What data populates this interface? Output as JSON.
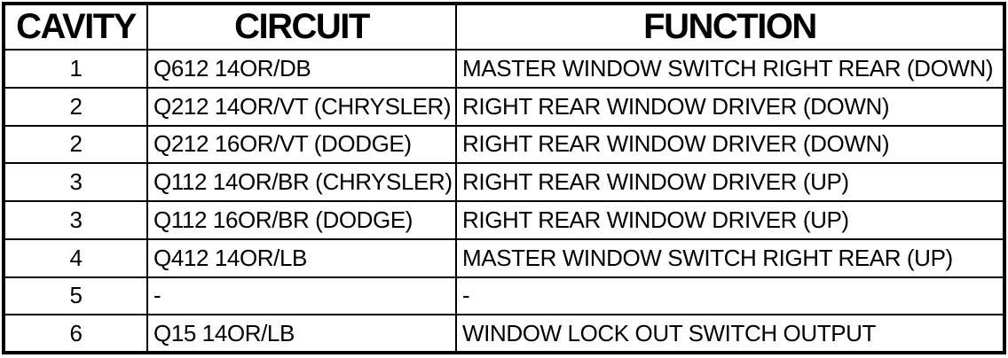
{
  "table": {
    "headers": {
      "cavity": "CAVITY",
      "circuit": "CIRCUIT",
      "function": "FUNCTION"
    },
    "rows": [
      {
        "cavity": "1",
        "circuit": "Q612 14OR/DB",
        "function": "MASTER WINDOW SWITCH RIGHT REAR (DOWN)"
      },
      {
        "cavity": "2",
        "circuit": "Q212 14OR/VT (CHRYSLER)",
        "function": "RIGHT REAR WINDOW DRIVER (DOWN)"
      },
      {
        "cavity": "2",
        "circuit": "Q212 16OR/VT (DODGE)",
        "function": "RIGHT REAR WINDOW DRIVER (DOWN)"
      },
      {
        "cavity": "3",
        "circuit": "Q112 14OR/BR (CHRYSLER)",
        "function": "RIGHT REAR WINDOW DRIVER (UP)"
      },
      {
        "cavity": "3",
        "circuit": "Q112 16OR/BR (DODGE)",
        "function": "RIGHT REAR WINDOW DRIVER (UP)"
      },
      {
        "cavity": "4",
        "circuit": "Q412 14OR/LB",
        "function": "MASTER WINDOW SWITCH RIGHT REAR (UP)"
      },
      {
        "cavity": "5",
        "circuit": "-",
        "function": "-"
      },
      {
        "cavity": "6",
        "circuit": "Q15 14OR/LB",
        "function": "WINDOW LOCK OUT SWITCH OUTPUT"
      }
    ],
    "colors": {
      "border": "#000000",
      "background": "#ffffff",
      "text": "#000000"
    }
  }
}
